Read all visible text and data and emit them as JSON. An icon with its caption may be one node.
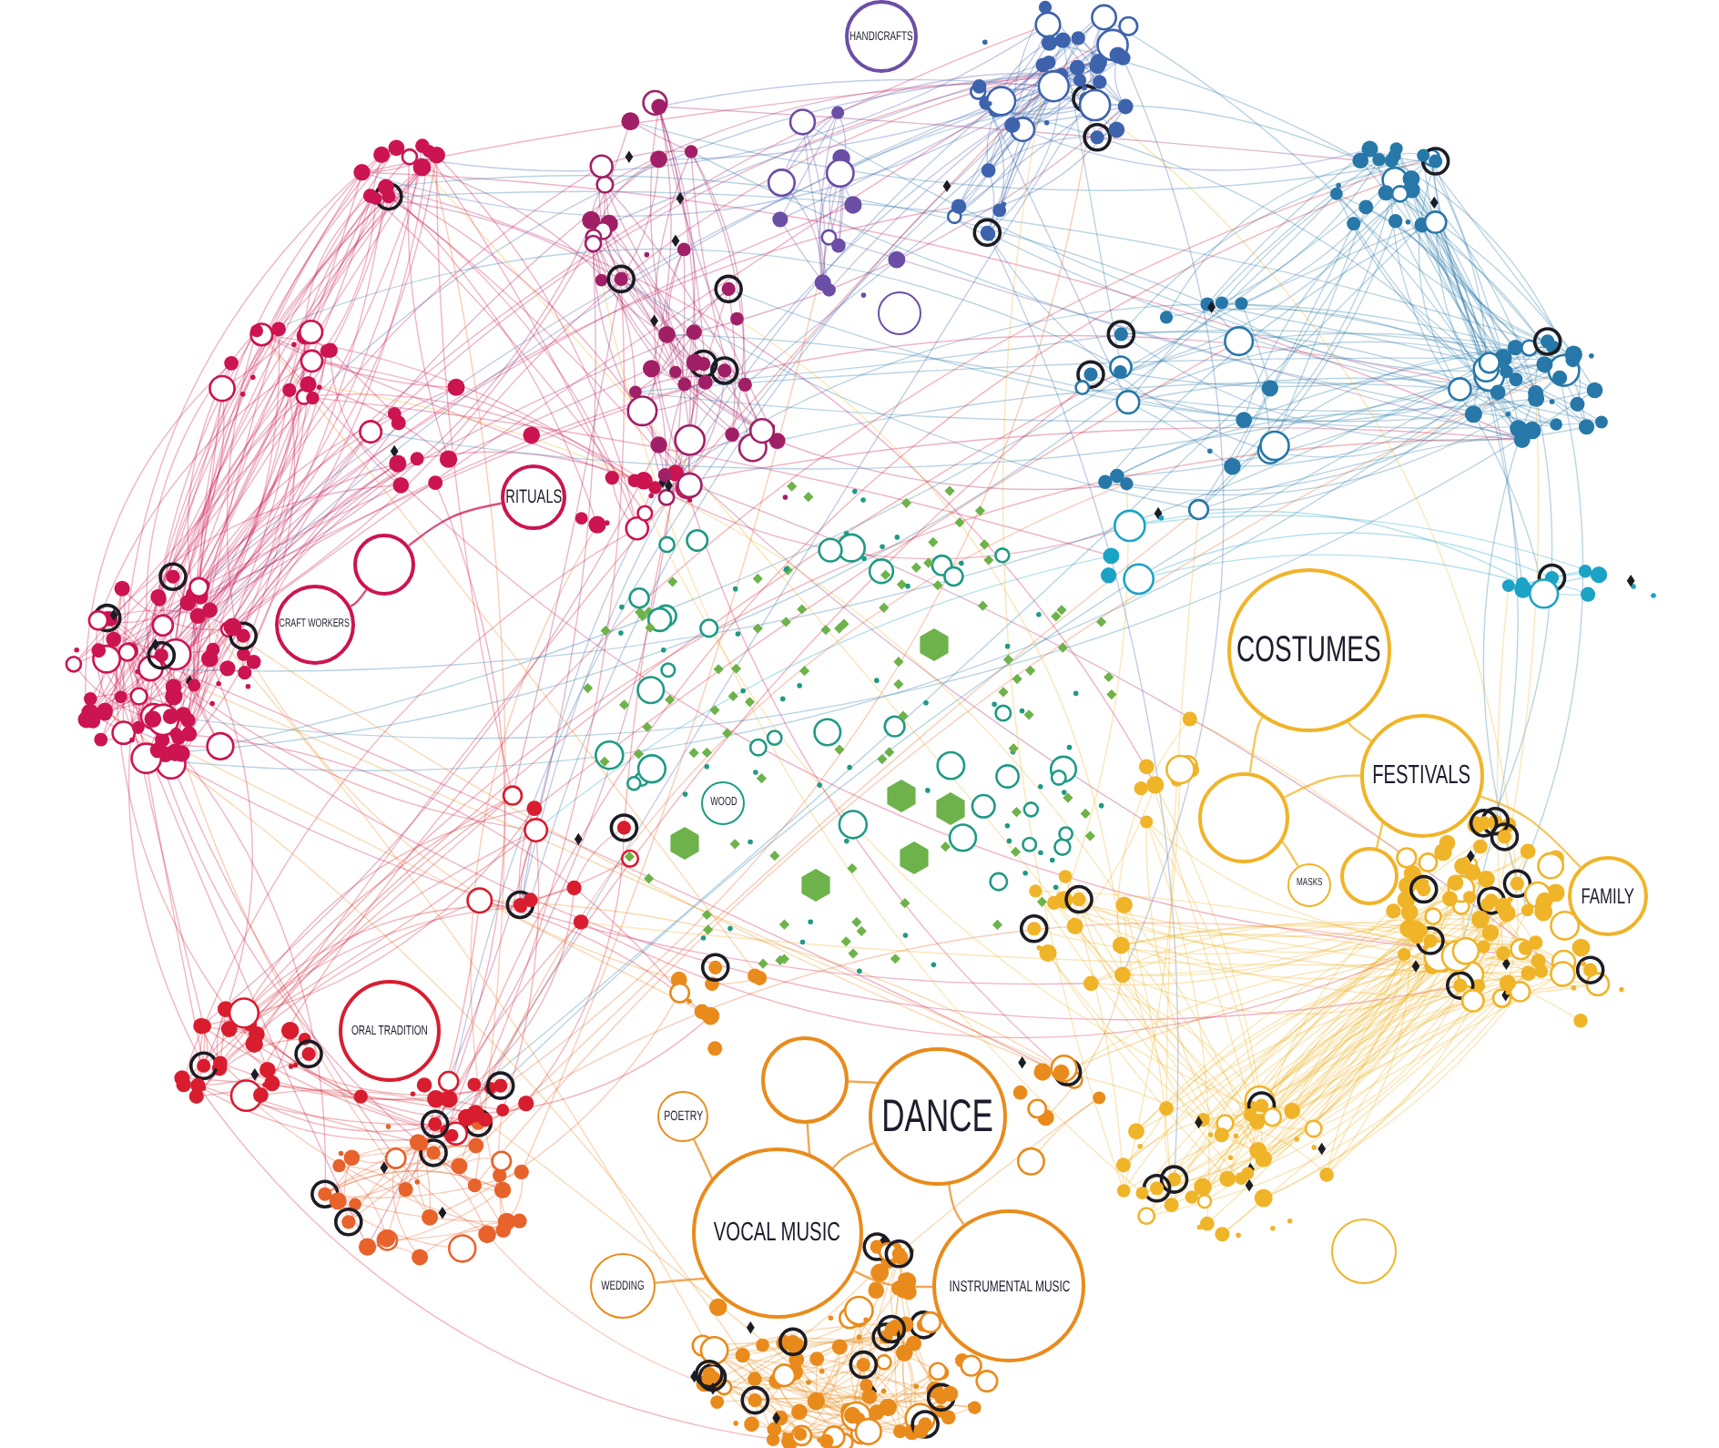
{
  "diagram": {
    "nodes": [
      {
        "text": [
          "HANDICRAFTS"
        ]
      },
      {
        "text": [
          "RITUALS"
        ]
      },
      {
        "text": [
          "CRAFT WORKERS"
        ]
      },
      {
        "text": [
          "COSTUMES"
        ]
      },
      {
        "text": [
          "FESTIVALS"
        ]
      },
      {
        "text": [
          "WOOD"
        ]
      },
      {
        "text": [
          "MASKS"
        ]
      },
      {
        "text": [
          "FAMILY"
        ]
      },
      {
        "text": [
          "ORAL TRADITION"
        ]
      },
      {
        "text": [
          "DANCE"
        ]
      },
      {
        "text": [
          "POETRY"
        ]
      },
      {
        "text": [
          "VOCAL MUSIC"
        ]
      },
      {
        "text": [
          "INSTRUMENTAL MUSIC"
        ]
      },
      {
        "text": [
          "WEDDING"
        ]
      },
      {
        "text": [],
        "shape": "circle"
      },
      {
        "text": [],
        "shape": "circle"
      },
      {
        "text": [],
        "shape": "hexagon"
      },
      {
        "text": [],
        "shape": "hexagon"
      },
      {
        "text": [],
        "shape": "hexagon"
      },
      {
        "text": [],
        "shape": "circle"
      },
      {
        "text": [],
        "shape": "hexagon"
      },
      {
        "text": [],
        "shape": "hexagon"
      },
      {
        "text": [],
        "shape": "circle"
      },
      {
        "text": [],
        "shape": "hexagon"
      },
      {
        "text": [],
        "shape": "circle"
      },
      {
        "text": [],
        "shape": "circle"
      }
    ],
    "edges": [
      {
        "from": 2,
        "to": 15,
        "arrow": "none",
        "color": "#cc1450"
      },
      {
        "from": 1,
        "to": 15,
        "arrow": "none",
        "color": "#cc1450"
      },
      {
        "from": 3,
        "to": 4,
        "arrow": "none",
        "color": "#f0b429"
      },
      {
        "from": 3,
        "to": 19,
        "arrow": "none",
        "color": "#f0b429"
      },
      {
        "from": 4,
        "to": 19,
        "arrow": "none",
        "color": "#f0b429"
      },
      {
        "from": 4,
        "to": 22,
        "arrow": "none",
        "color": "#f0b429"
      },
      {
        "from": 6,
        "to": 19,
        "arrow": "none",
        "color": "#f0b429"
      },
      {
        "from": 7,
        "to": 4,
        "arrow": "none",
        "color": "#f0b429"
      },
      {
        "from": 9,
        "to": 11,
        "arrow": "none"
      },
      {
        "from": 9,
        "to": 12,
        "arrow": "none"
      },
      {
        "from": 9,
        "to": 24,
        "arrow": "none"
      },
      {
        "from": 10,
        "to": 11,
        "arrow": "none"
      },
      {
        "from": 11,
        "to": 12,
        "arrow": "none"
      },
      {
        "from": 11,
        "to": 24,
        "arrow": "none"
      },
      {
        "from": 13,
        "to": 11,
        "arrow": "none"
      }
    ]
  }
}
